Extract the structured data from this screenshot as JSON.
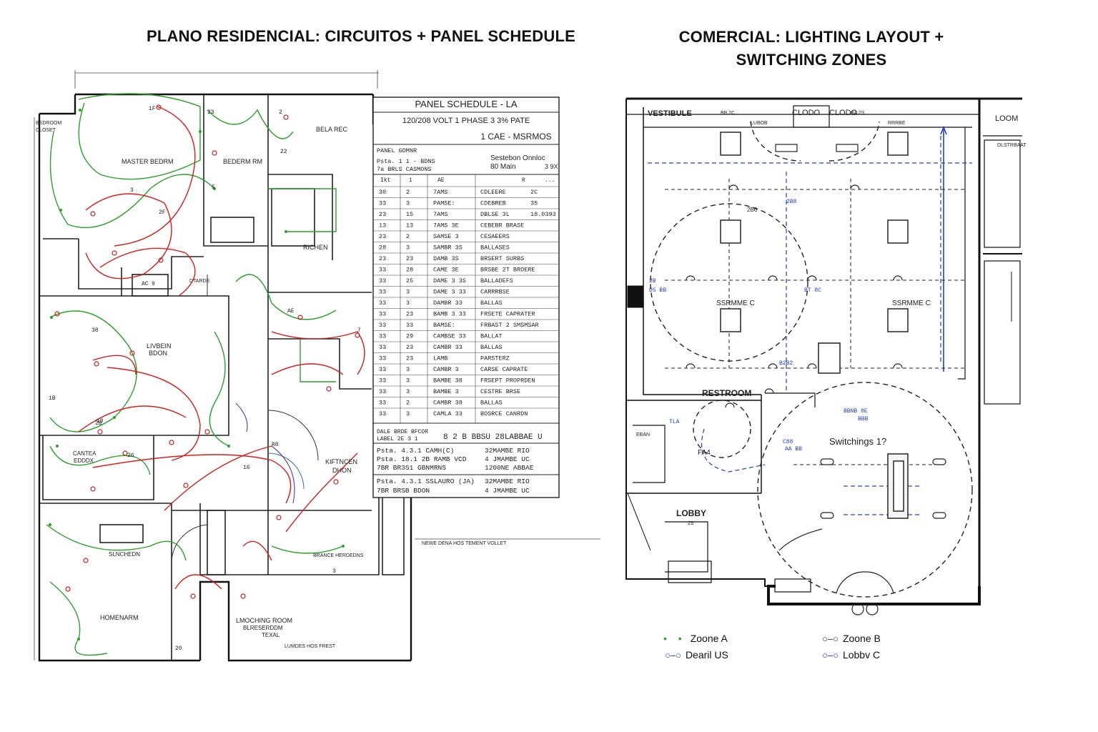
{
  "titles": {
    "left": "PLANO RESIDENCIAL: CIRCUITOS + PANEL SCHEDULE",
    "right_line1": "COMERCIAL: LIGHTING LAYOUT +",
    "right_line2": "SWITCHING ZONES"
  },
  "residential": {
    "rooms": {
      "master": "MASTER BEDRM",
      "bedroom": "BEDERM RM",
      "bela_rec": "BELA REC",
      "kitchen": "RICHEN",
      "living": "LIVBEIN",
      "living2": "BDON",
      "dining": "CANTEA",
      "dining2": "EDDDX",
      "bath_small": "SLNCHEDN",
      "home": "HOMENARM",
      "laundry": "LMOCHING ROOM",
      "laundry2": "BLRESERDDM",
      "laundry3": "TEXAL",
      "kitchen2": "KIFTNCEN",
      "kitchen2b": "DHON",
      "stair": "DTARDE",
      "bottom_note": "LUMDES HOS FREST",
      "service_note": "BRANCE HERDEDNS",
      "dim_note": "NEWE DENA HOS TEMENT VOLLET",
      "left_tag": "BEDROOM",
      "left_tag2": "CLOSET"
    },
    "circuit_tags": [
      "1F",
      "23",
      "2",
      "22",
      "3",
      "5",
      "2F",
      "38",
      "2B",
      "1B",
      "26",
      "AC",
      "9",
      "AE",
      "7",
      "16",
      "R8",
      "20",
      "18",
      "3"
    ]
  },
  "panel": {
    "title": "PANEL SCHEDULE - LA",
    "subtitle": "120/208 VOLT 1 PHASE 3 3% PATE",
    "rating": "1 CAE - MSRMOS",
    "info_left_1": "PANEL GDMNR",
    "info_left_2": "Psta. 1 1 - BDNS",
    "info_left_3": "7a BRLS CASMONS",
    "info_right_1": "Sestebon Onnloc",
    "info_right_2": "80 Main",
    "info_right_3": "3 9X",
    "header": [
      "Ikt",
      "1",
      "AE",
      "R",
      "..."
    ],
    "rows": [
      [
        "30",
        "2",
        "7AMS",
        "CDLEERE",
        "2C"
      ],
      [
        "33",
        "3",
        "PAMSE:",
        "CDEBREB",
        "35"
      ],
      [
        "23",
        "15",
        "7AMS",
        "DBLSE 3L",
        "18.0393"
      ],
      [
        "13",
        "13",
        "7AMS 3E",
        "CEBEBR BRASE",
        ""
      ],
      [
        "23",
        "2",
        "SAMSE 3",
        "CESAEERS",
        ""
      ],
      [
        "28",
        "3",
        "SAMBR 3S",
        "BALLASES",
        ""
      ],
      [
        "23",
        "23",
        "DAMB 3S",
        "BRSERT SURBS",
        ""
      ],
      [
        "33",
        "28",
        "CAME 3E",
        "BRSBE 2T BROERE",
        ""
      ],
      [
        "33",
        "25",
        "DAME 3 3S",
        "BALLADEFS",
        ""
      ],
      [
        "33",
        "3",
        "DAME 3 33",
        "CARRRBSE",
        ""
      ],
      [
        "33",
        "3",
        "DAMBR 33",
        "BALLAS",
        ""
      ],
      [
        "33",
        "23",
        "BAMB 3 33",
        "FRSETE CAPRATER",
        ""
      ],
      [
        "33",
        "33",
        "BAMSE:",
        "FRBAST 2 SMSMSAR",
        ""
      ],
      [
        "33",
        "29",
        "CAMBSE 33",
        "BALLAT",
        ""
      ],
      [
        "33",
        "23",
        "CAMBR 33",
        "BALLAS",
        ""
      ],
      [
        "33",
        "23",
        "LAMB",
        "PARSTERZ",
        ""
      ],
      [
        "33",
        "3",
        "CAMBR 3",
        "CARSE CAPRATE",
        ""
      ],
      [
        "33",
        "3",
        "BAMBE 38",
        "FRSEPT PROPRDEN",
        ""
      ],
      [
        "33",
        "3",
        "BAMBE 3",
        "CESTRE BRSE",
        ""
      ],
      [
        "33",
        "2",
        "CAMBR 38",
        "BALLAS",
        ""
      ],
      [
        "33",
        "3",
        "CAMLA 33",
        "BOSRCE CANRDN",
        ""
      ]
    ],
    "summary_1": "DALE BRDE BFCOR",
    "summary_2": "LABEL 2E 3 1",
    "summary_3": "8 2 B BBSU  28LABBAE  U",
    "foot": [
      [
        "Psta. 4.3.1 CAMH(C)",
        "32MAMBE RIO"
      ],
      [
        "Psta. 18.1 2B RAMB VCD",
        "4 JMAMBE UC"
      ],
      [
        "7BR BR3S1 GBNMRNS",
        "1200NE ABBAE"
      ],
      [
        "Psta. 4.3.1 SSLAURO (JA)",
        "32MAMBE RIO"
      ],
      [
        "7BR BRSB BDON",
        "4 JMAMBE UC"
      ]
    ]
  },
  "commercial": {
    "rooms": {
      "vestibule": "VESTIBULE",
      "clodo1": "CLODO",
      "clodo2": "CLODO",
      "loom": "LOOM",
      "restroom": "RESTROOM",
      "lobby": "LOBBY",
      "switching": "Switchings 1?",
      "zone_c_left": "SSRMME C",
      "zone_c_right": "SSRMME C",
      "top_note1": "LUBOB",
      "top_note2": "RRRBE",
      "right_note": "DLSTRBAAT",
      "fa_label": "FA4",
      "label_28": "2B6",
      "label_bb": "BB 2C",
      "label_ba": "BA 2S",
      "restroom_note": "EBAN",
      "lobby_note": "2S"
    },
    "circuit_marks": [
      "2B",
      "BT 8C",
      "C88",
      "AA BB",
      "BBNB 8E",
      "D5 BB",
      "2B8",
      "TLA",
      "B2B2",
      "BBB"
    ]
  },
  "legend": {
    "zone_a": "Zoone A",
    "zone_b": "Zoone B",
    "dearil": "Dearil US",
    "lobby_c": "Lobbv C"
  },
  "colors": {
    "circuit_green": "#2aa02a",
    "circuit_red": "#d02020",
    "zone_blue": "#2040c0",
    "wall_black": "#111111"
  }
}
